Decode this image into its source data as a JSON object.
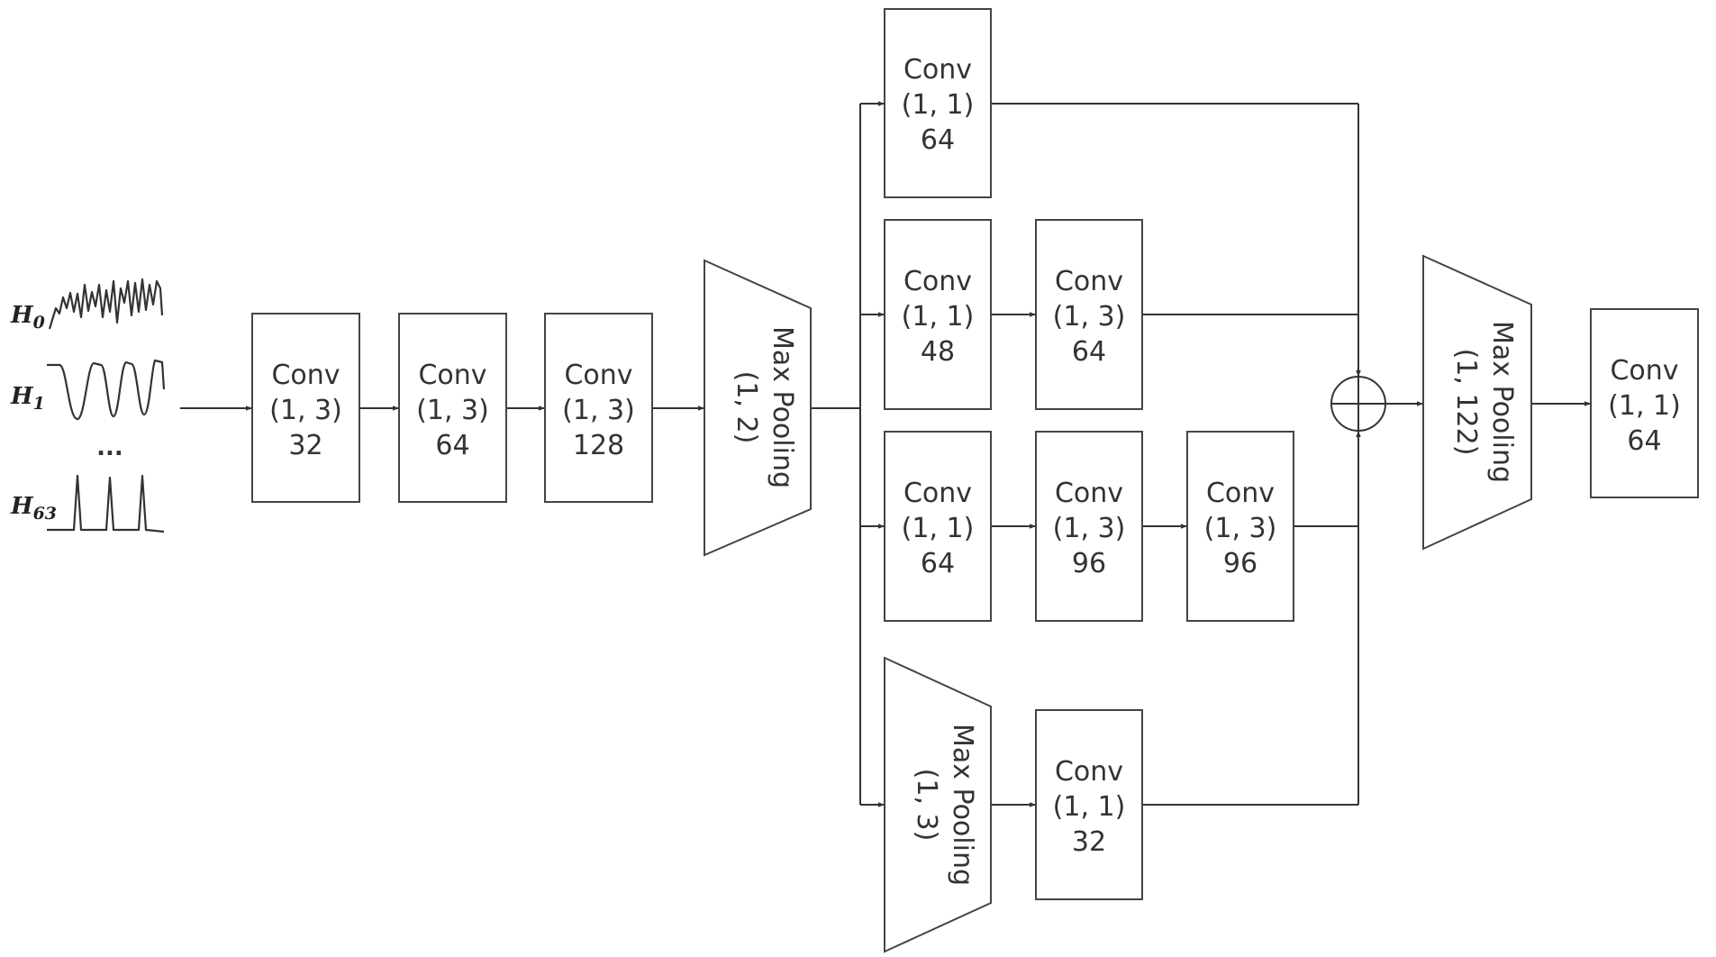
{
  "inputs": {
    "h0": {
      "letter": "H",
      "sub": "0"
    },
    "h1": {
      "letter": "H",
      "sub": "1"
    },
    "ellipsis": "...",
    "h63": {
      "letter": "H",
      "sub": "63"
    }
  },
  "stem": {
    "conv1": {
      "l1": "Conv",
      "l2": "(1, 3)",
      "l3": "32"
    },
    "conv2": {
      "l1": "Conv",
      "l2": "(1, 3)",
      "l3": "64"
    },
    "conv3": {
      "l1": "Conv",
      "l2": "(1, 3)",
      "l3": "128"
    },
    "pool": {
      "l1": "Max Pooling",
      "l2": "(1, 2)"
    }
  },
  "branches": {
    "b1_conv": {
      "l1": "Conv",
      "l2": "(1, 1)",
      "l3": "64"
    },
    "b2_conv_a": {
      "l1": "Conv",
      "l2": "(1, 1)",
      "l3": "48"
    },
    "b2_conv_b": {
      "l1": "Conv",
      "l2": "(1, 3)",
      "l3": "64"
    },
    "b3_conv_a": {
      "l1": "Conv",
      "l2": "(1, 1)",
      "l3": "64"
    },
    "b3_conv_b": {
      "l1": "Conv",
      "l2": "(1, 3)",
      "l3": "96"
    },
    "b3_conv_c": {
      "l1": "Conv",
      "l2": "(1, 3)",
      "l3": "96"
    },
    "b4_pool": {
      "l1": "Max Pooling",
      "l2": "(1, 3)"
    },
    "b4_conv": {
      "l1": "Conv",
      "l2": "(1, 1)",
      "l3": "32"
    }
  },
  "head": {
    "pool": {
      "l1": "Max Pooling",
      "l2": "(1, 122)"
    },
    "conv": {
      "l1": "Conv",
      "l2": "(1, 1)",
      "l3": "64"
    }
  }
}
